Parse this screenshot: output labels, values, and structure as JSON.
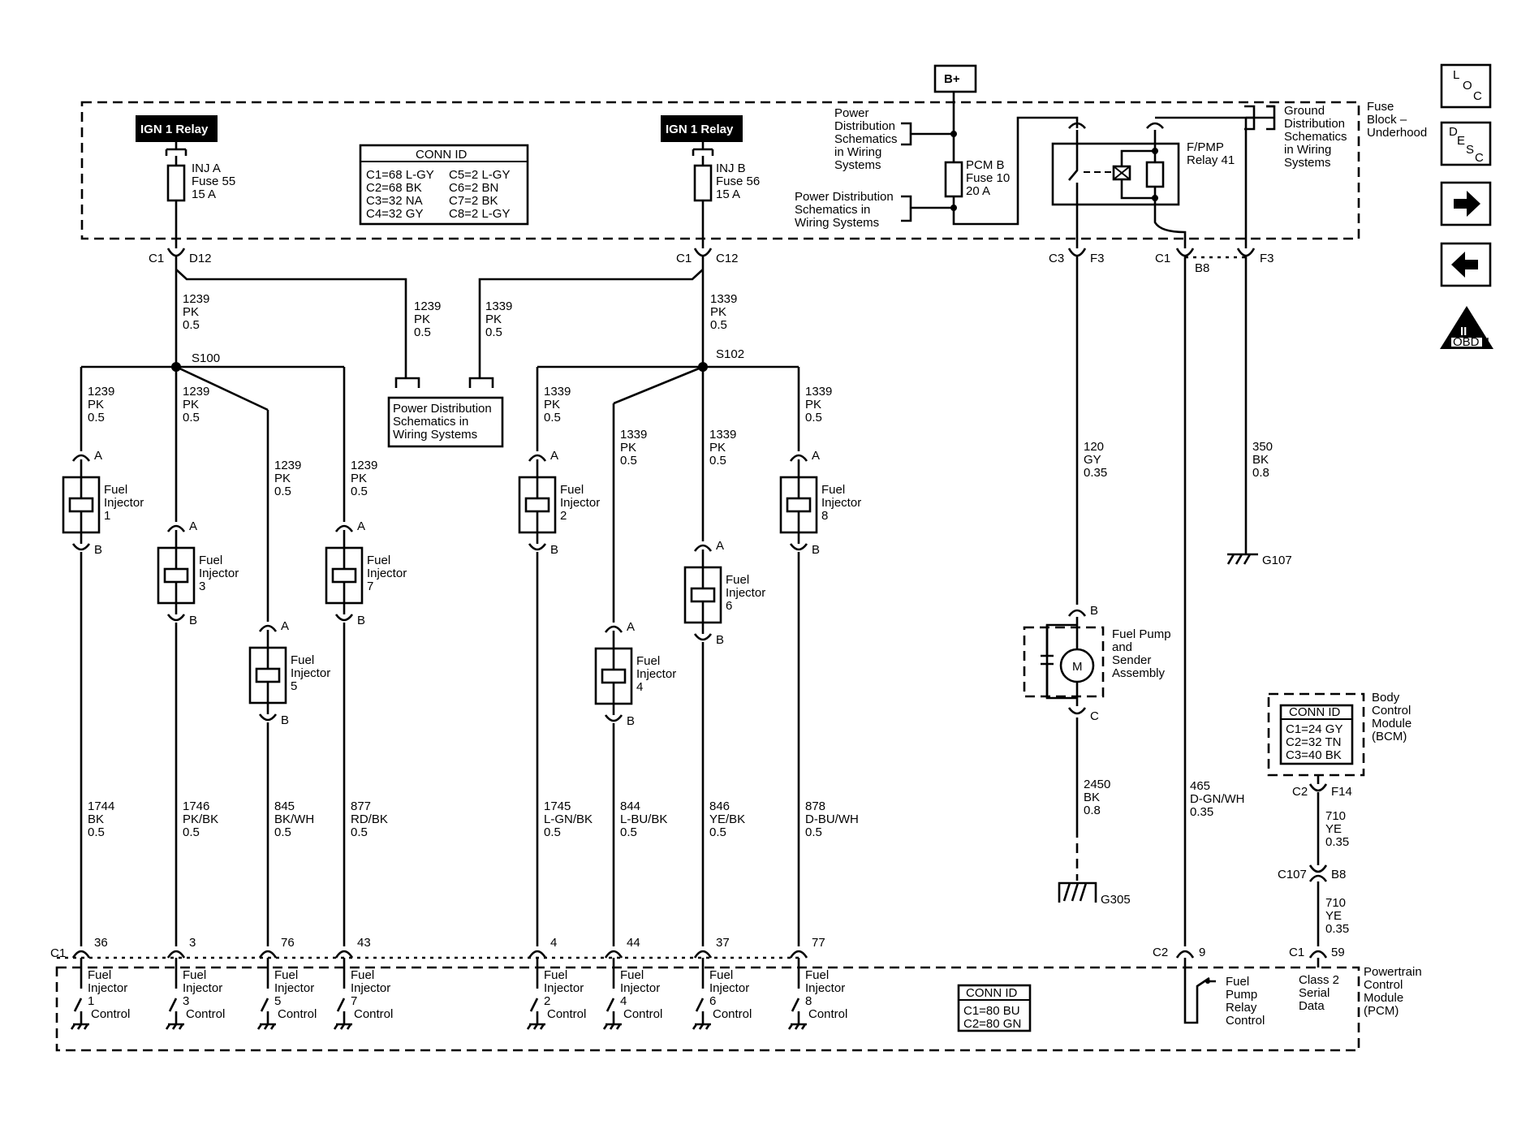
{
  "power_source": "B+",
  "relays": {
    "left": "IGN 1 Relay",
    "right": "IGN 1 Relay",
    "fpmp": [
      "F/PMP",
      "Relay 41"
    ]
  },
  "fuses": {
    "left": [
      "INJ A",
      "Fuse 55",
      "15 A"
    ],
    "right": [
      "INJ B",
      "Fuse 56",
      "15 A"
    ],
    "pcm": [
      "PCM B",
      "Fuse 10",
      "20 A"
    ]
  },
  "conn_id_top": {
    "title": "CONN ID",
    "left_col": [
      "C1=68 L-GY",
      "C2=68 BK",
      "C3=32 NA",
      "C4=32 GY"
    ],
    "right_col": [
      "C5=2 L-GY",
      "C6=2 BN",
      "C7=2 BK",
      "C8=2 L-GY"
    ]
  },
  "conn_id_bcm": {
    "title": "CONN ID",
    "rows": [
      "C1=24 GY",
      "C2=32 TN",
      "C3=40 BK"
    ]
  },
  "conn_id_pcm": {
    "title": "CONN ID",
    "rows": [
      "C1=80 BU",
      "C2=80 GN"
    ]
  },
  "references": {
    "power_dist_top": [
      "Power",
      "Distribution",
      "Schematics",
      "in Wiring",
      "Systems"
    ],
    "power_dist_mid": [
      "Power Distribution",
      "Schematics in",
      "Wiring Systems"
    ],
    "power_dist_box": [
      "Power Distribution",
      "Schematics in",
      "Wiring  Systems"
    ],
    "ground_dist": [
      "Ground",
      "Distribution",
      "Schematics",
      "in Wiring",
      "Systems"
    ]
  },
  "modules": {
    "fuse_block": [
      "Fuse",
      "Block –",
      "Underhood"
    ],
    "bcm": [
      "Body",
      "Control",
      "Module",
      "(BCM)"
    ],
    "pcm": [
      "Powertrain",
      "Control",
      "Module",
      "(PCM)"
    ],
    "fuel_pump": [
      "Fuel Pump",
      "and",
      "Sender",
      "Assembly"
    ]
  },
  "splices": {
    "left": "S100",
    "right": "S102"
  },
  "grounds": {
    "g107": "G107",
    "g305": "G305"
  },
  "top_connectors": {
    "left": [
      "C1",
      "D12"
    ],
    "right": [
      "C1",
      "C12"
    ],
    "c3f3": [
      "C3",
      "F3"
    ],
    "c1b8": [
      "C1",
      "B8"
    ],
    "f3": "F3"
  },
  "feed_wires": {
    "left": [
      "1239",
      "PK",
      "0.5"
    ],
    "left_branch": [
      "1239",
      "PK",
      "0.5"
    ],
    "right_branch": [
      "1339",
      "PK",
      "0.5"
    ],
    "right": [
      "1339",
      "PK",
      "0.5"
    ],
    "pump": [
      "120",
      "GY",
      "0.35"
    ],
    "ground350": [
      "350",
      "BK",
      "0.8"
    ],
    "pump_ground": [
      "2450",
      "BK",
      "0.8"
    ],
    "relay_ctrl": [
      "465",
      "D-GN/WH",
      "0.35"
    ],
    "bcm_710a": [
      "710",
      "YE",
      "0.35"
    ],
    "bcm_710b": [
      "710",
      "YE",
      "0.35"
    ]
  },
  "injectors": [
    {
      "name": [
        "Fuel",
        "Injector",
        "1"
      ],
      "feed": [
        "1239",
        "PK",
        "0.5"
      ],
      "ctrl": [
        "1744",
        "BK",
        "0.5"
      ],
      "pin": "36",
      "pcm": [
        "Fuel",
        "Injector",
        "1",
        "Control"
      ]
    },
    {
      "name": [
        "Fuel",
        "Injector",
        "3"
      ],
      "feed": [
        "1239",
        "PK",
        "0.5"
      ],
      "ctrl": [
        "1746",
        "PK/BK",
        "0.5"
      ],
      "pin": "3",
      "pcm": [
        "Fuel",
        "Injector",
        "3",
        "Control"
      ]
    },
    {
      "name": [
        "Fuel",
        "Injector",
        "5"
      ],
      "feed": [
        "1239",
        "PK",
        "0.5"
      ],
      "ctrl": [
        "845",
        "BK/WH",
        "0.5"
      ],
      "pin": "76",
      "pcm": [
        "Fuel",
        "Injector",
        "5",
        "Control"
      ]
    },
    {
      "name": [
        "Fuel",
        "Injector",
        "7"
      ],
      "feed": [
        "1239",
        "PK",
        "0.5"
      ],
      "ctrl": [
        "877",
        "RD/BK",
        "0.5"
      ],
      "pin": "43",
      "pcm": [
        "Fuel",
        "Injector",
        "7",
        "Control"
      ]
    },
    {
      "name": [
        "Fuel",
        "Injector",
        "2"
      ],
      "feed": [
        "1339",
        "PK",
        "0.5"
      ],
      "ctrl": [
        "1745",
        "L-GN/BK",
        "0.5"
      ],
      "pin": "4",
      "pcm": [
        "Fuel",
        "Injector",
        "2",
        "Control"
      ]
    },
    {
      "name": [
        "Fuel",
        "Injector",
        "4"
      ],
      "feed": [
        "1339",
        "PK",
        "0.5"
      ],
      "ctrl": [
        "844",
        "L-BU/BK",
        "0.5"
      ],
      "pin": "44",
      "pcm": [
        "Fuel",
        "Injector",
        "4",
        "Control"
      ]
    },
    {
      "name": [
        "Fuel",
        "Injector",
        "6"
      ],
      "feed": [
        "1339",
        "PK",
        "0.5"
      ],
      "ctrl": [
        "846",
        "YE/BK",
        "0.5"
      ],
      "pin": "37",
      "pcm": [
        "Fuel",
        "Injector",
        "6",
        "Control"
      ]
    },
    {
      "name": [
        "Fuel",
        "Injector",
        "8"
      ],
      "feed": [
        "1339",
        "PK",
        "0.5"
      ],
      "ctrl": [
        "878",
        "D-BU/WH",
        "0.5"
      ],
      "pin": "77",
      "pcm": [
        "Fuel",
        "Injector",
        "8",
        "Control"
      ]
    }
  ],
  "pin_letters": {
    "a": "A",
    "b": "B",
    "c": "C"
  },
  "pcm_right": {
    "c2": "C2",
    "pin9": "9",
    "c1": "C1",
    "pin59": "59",
    "relay_ctrl": [
      "Fuel",
      "Pump",
      "Relay",
      "Control"
    ],
    "class2": [
      "Class 2",
      "Serial",
      "Data"
    ]
  },
  "bcm_conn": {
    "c2": "C2",
    "f14": "F14",
    "c107": "C107",
    "b8": "B8"
  },
  "pcm_c1_label": "C1",
  "nav": {
    "loc": [
      "L",
      "O",
      "C"
    ],
    "desc": [
      "D",
      "E",
      "S",
      "C"
    ],
    "obd": [
      "II",
      "OBD II"
    ]
  },
  "colors": {
    "line": "#000000",
    "background": "#ffffff"
  }
}
